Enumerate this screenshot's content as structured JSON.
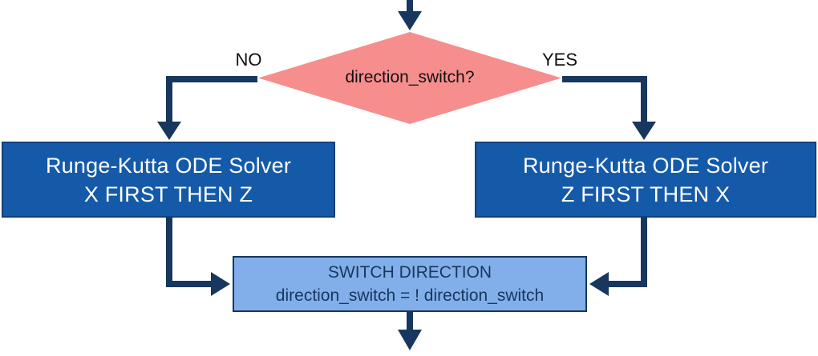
{
  "colors": {
    "navy": "#17375E",
    "solver-blue": "#155AA8",
    "solver-border": "#14407C",
    "light-blue": "#82AFEA",
    "salmon": "#F68E8E",
    "label-black": "#111111",
    "white": "#FFFFFF",
    "bg": "#FFFFFF"
  },
  "decision": {
    "label": "direction_switch?"
  },
  "branches": {
    "no_label": "NO",
    "yes_label": "YES"
  },
  "left_solver": {
    "line1": "Runge-Kutta ODE Solver",
    "line2": "X FIRST THEN Z"
  },
  "right_solver": {
    "line1": "Runge-Kutta ODE Solver",
    "line2": "Z FIRST THEN X"
  },
  "switch_step": {
    "line1": "SWITCH DIRECTION",
    "line2": "direction_switch = ! direction_switch"
  }
}
